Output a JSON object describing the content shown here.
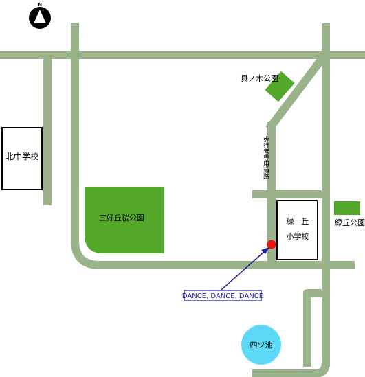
{
  "compass": {
    "north_letter": "N"
  },
  "landmarks": {
    "kainoki_park": "貝ノ木公園",
    "pedestrian_road": "歩行者専用道路",
    "kita_chugakko": "北中学校",
    "miyoshi_park": "三好丘桜公園",
    "midorigaoka_school_line1": "緑　丘",
    "midorigaoka_school_line2": "小学校",
    "midorigaoka_park": "緑丘公園",
    "yotsu_ike": "四ツ池"
  },
  "callout": {
    "label": "DANCE, DANCE, DANCE"
  },
  "colors": {
    "road": "#9bb38a",
    "park": "#53a82a",
    "pond": "#5dd8f6",
    "marker": "#ee1111",
    "callout": "#1a1aa6"
  }
}
